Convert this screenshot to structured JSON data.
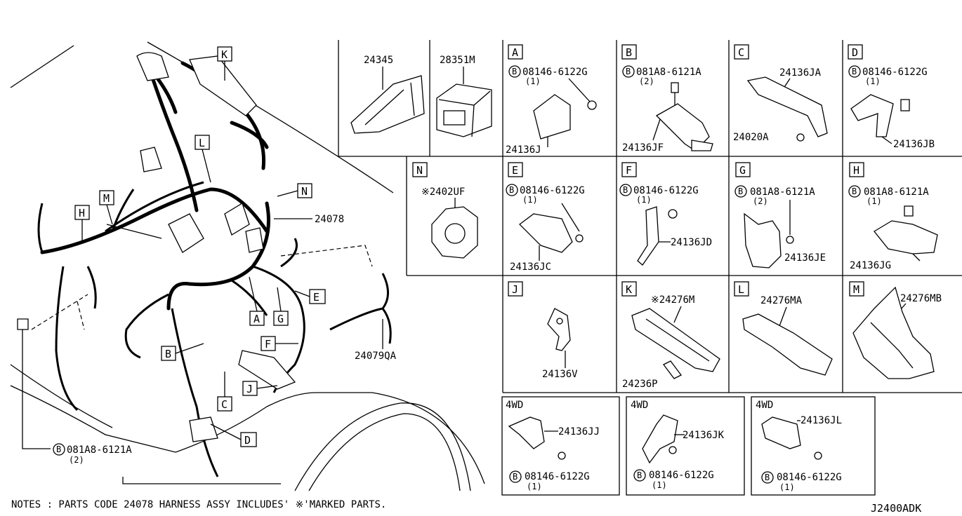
{
  "main": {
    "harness_label": "24078",
    "sub_harness_label": "24079QA",
    "bottom_bolt": {
      "code": "081A8-6121A",
      "qty": "(2)",
      "symbol": "B"
    },
    "callouts": [
      "K",
      "L",
      "M",
      "N",
      "H",
      "A",
      "G",
      "E",
      "B",
      "F",
      "C",
      "J",
      "D"
    ]
  },
  "top_row": [
    {
      "id": "cell-24345",
      "parts": [
        "24345"
      ]
    },
    {
      "id": "cell-28351M",
      "parts": [
        "28351M"
      ]
    },
    {
      "id": "A",
      "letter": "A",
      "bolt": "08146-6122G",
      "qty": "(1)",
      "part": "24136J"
    },
    {
      "id": "B",
      "letter": "B",
      "bolt": "081A8-6121A",
      "qty": "(2)",
      "part": "24136JF"
    },
    {
      "id": "C",
      "letter": "C",
      "part": "24136JA",
      "part2": "24020A"
    },
    {
      "id": "D",
      "letter": "D",
      "bolt": "08146-6122G",
      "qty": "(1)",
      "part": "24136JB"
    }
  ],
  "mid_row": [
    {
      "id": "N",
      "letter": "N",
      "part": "※2402UF"
    },
    {
      "id": "E",
      "letter": "E",
      "bolt": "08146-6122G",
      "qty": "(1)",
      "part": "24136JC"
    },
    {
      "id": "F",
      "letter": "F",
      "bolt": "08146-6122G",
      "qty": "(1)",
      "part": "24136JD"
    },
    {
      "id": "G",
      "letter": "G",
      "bolt": "081A8-6121A",
      "qty": "(2)",
      "part": "24136JE"
    },
    {
      "id": "H",
      "letter": "H",
      "bolt": "081A8-6121A",
      "qty": "(1)",
      "part": "24136JG"
    }
  ],
  "low_row": [
    {
      "id": "J",
      "letter": "J",
      "part": "24136V"
    },
    {
      "id": "K",
      "letter": "K",
      "part": "※24276M",
      "part2": "24236P"
    },
    {
      "id": "L",
      "letter": "L",
      "part": "24276MA"
    },
    {
      "id": "M",
      "letter": "M",
      "part": "24276MB"
    }
  ],
  "wd_row": [
    {
      "tag": "4WD",
      "part": "24136JJ",
      "bolt": "08146-6122G",
      "qty": "(1)"
    },
    {
      "tag": "4WD",
      "part": "24136JK",
      "bolt": "08146-6122G",
      "qty": "(1)"
    },
    {
      "tag": "4WD",
      "part": "24136JL",
      "bolt": "08146-6122G",
      "qty": "(1)"
    }
  ],
  "bolt_symbol": "B",
  "notes": "NOTES : PARTS CODE 24078 HARNESS ASSY INCLUDES' ※'MARKED PARTS.",
  "diagram_code": "J2400ADK"
}
